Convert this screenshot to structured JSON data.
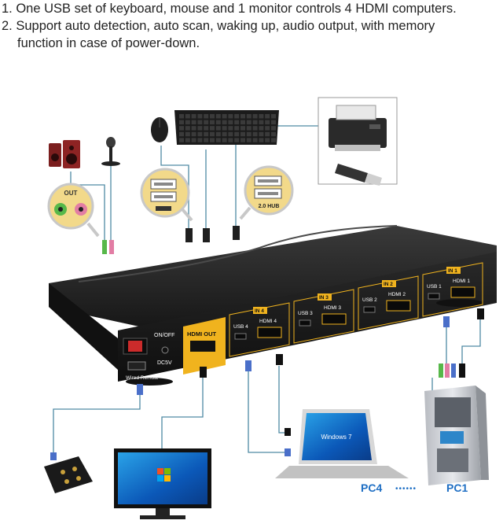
{
  "features": [
    "1. One USB set of keyboard, mouse and 1 monitor controls 4 HDMI computers.",
    "2. Support auto detection, auto scan, waking up, audio output, with memory",
    "function in case of power-down."
  ],
  "front_panel": {
    "on_off": "ON/OFF",
    "dc": "DC5V",
    "hdmi_out": "HDMI OUT",
    "wired_remote": "Wired Remote"
  },
  "ports": [
    {
      "in": "IN 4",
      "usb": "USB 4",
      "hdmi": "HDMI 4"
    },
    {
      "in": "IN 3",
      "usb": "USB 3",
      "hdmi": "HDMI 3"
    },
    {
      "in": "IN 2",
      "usb": "USB 2",
      "hdmi": "HDMI 2"
    },
    {
      "in": "IN 1",
      "usb": "USB 1",
      "hdmi": "HDMI 1"
    }
  ],
  "hub": {
    "label": "2.0 HUB"
  },
  "audio": {
    "label": "OUT"
  },
  "pc_labels": {
    "left": "PC4",
    "dots": "••••••",
    "right": "PC1"
  },
  "laptop_screen": "Windows 7",
  "colors": {
    "accent": "#f0b31e",
    "device": "#1f1f1f",
    "cable": "#4f8aa3",
    "pc_label": "#1f6fc4"
  }
}
